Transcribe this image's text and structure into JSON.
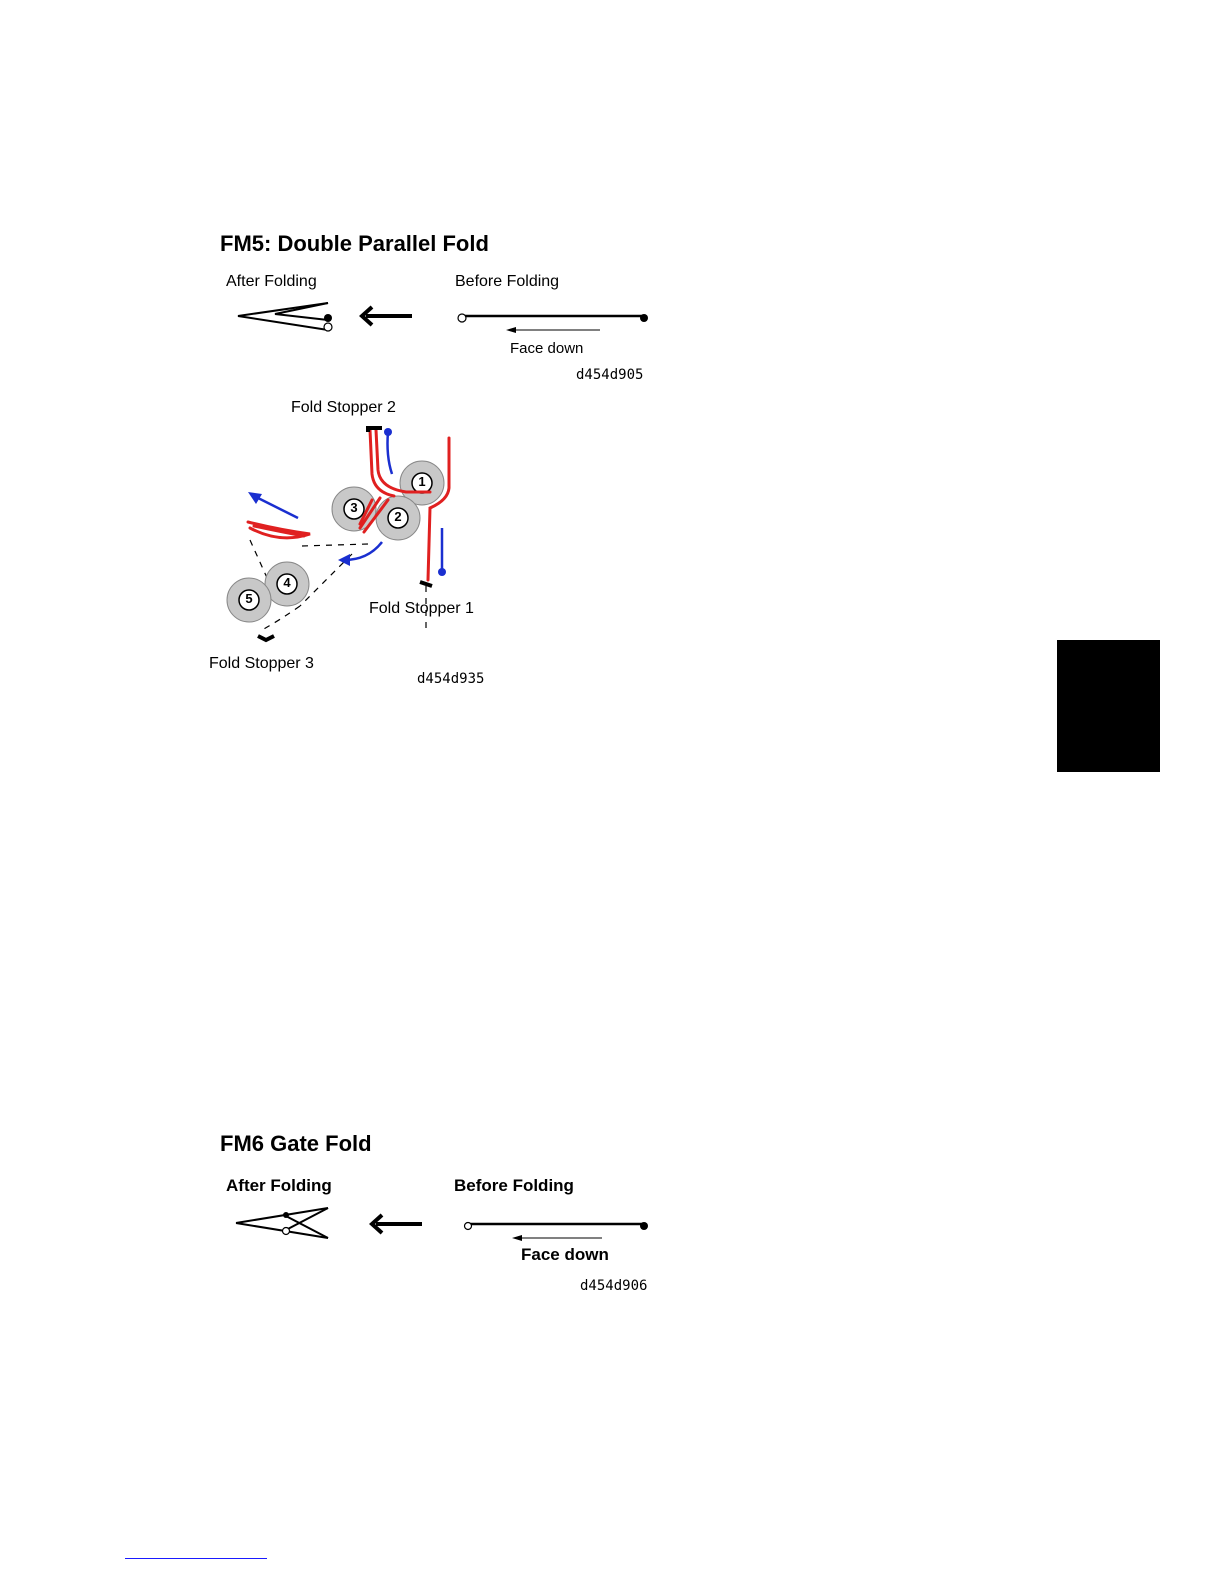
{
  "fm5": {
    "title": "FM5: Double Parallel Fold",
    "after_label": "After Folding",
    "before_label": "Before Folding",
    "face_label": "Face down",
    "figure_code_top": "d454d905",
    "stopper2_label": "Fold Stopper 2",
    "stopper1_label": "Fold Stopper 1",
    "stopper3_label": "Fold Stopper 3",
    "figure_code_bottom": "d454d935",
    "rollers": [
      "1",
      "2",
      "3",
      "4",
      "5"
    ]
  },
  "fm6": {
    "title": "FM6 Gate Fold",
    "after_label": "After Folding",
    "before_label": "Before Folding",
    "face_label": "Face down",
    "figure_code": "d454d906"
  },
  "colors": {
    "paper_path": "#e02020",
    "direction_arrow": "#1a2fd0",
    "roller_fill": "#c8c8c8",
    "side_tab": "#000000",
    "footer_rule": "#1a1aff"
  }
}
